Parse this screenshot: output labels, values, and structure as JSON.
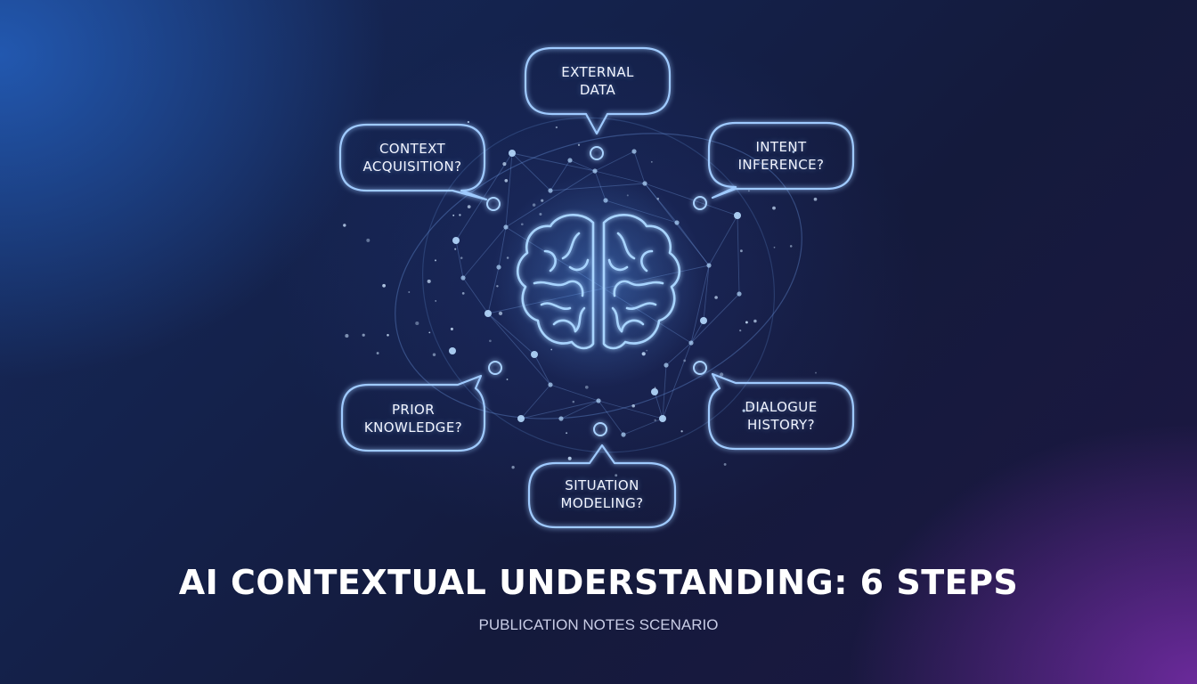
{
  "title": "AI CONTEXTUAL UNDERSTANDING: 6 STEPS",
  "subtitle": "PUBLICATION NOTES SCENARIO",
  "colors": {
    "glow": "#9fd0ff",
    "line": "#7fb8ff",
    "text": "#f2f5ff"
  },
  "center_icon": "brain-icon",
  "bubbles": [
    {
      "key": "external-data",
      "line1": "EXTERNAL",
      "line2": "DATA"
    },
    {
      "key": "context-acquisition",
      "line1": "CONTEXT",
      "line2": "ACQUISITION?"
    },
    {
      "key": "intent-inference",
      "line1": "INTENT",
      "line2": "INFERENCE?"
    },
    {
      "key": "prior-knowledge",
      "line1": "PRIOR",
      "line2": "KNOWLEDGE?"
    },
    {
      "key": "dialogue-history",
      "line1": "DIALOGUE",
      "line2": "HISTORY?"
    },
    {
      "key": "situation-modeling",
      "line1": "SITUATION",
      "line2": "MODELING?"
    }
  ]
}
